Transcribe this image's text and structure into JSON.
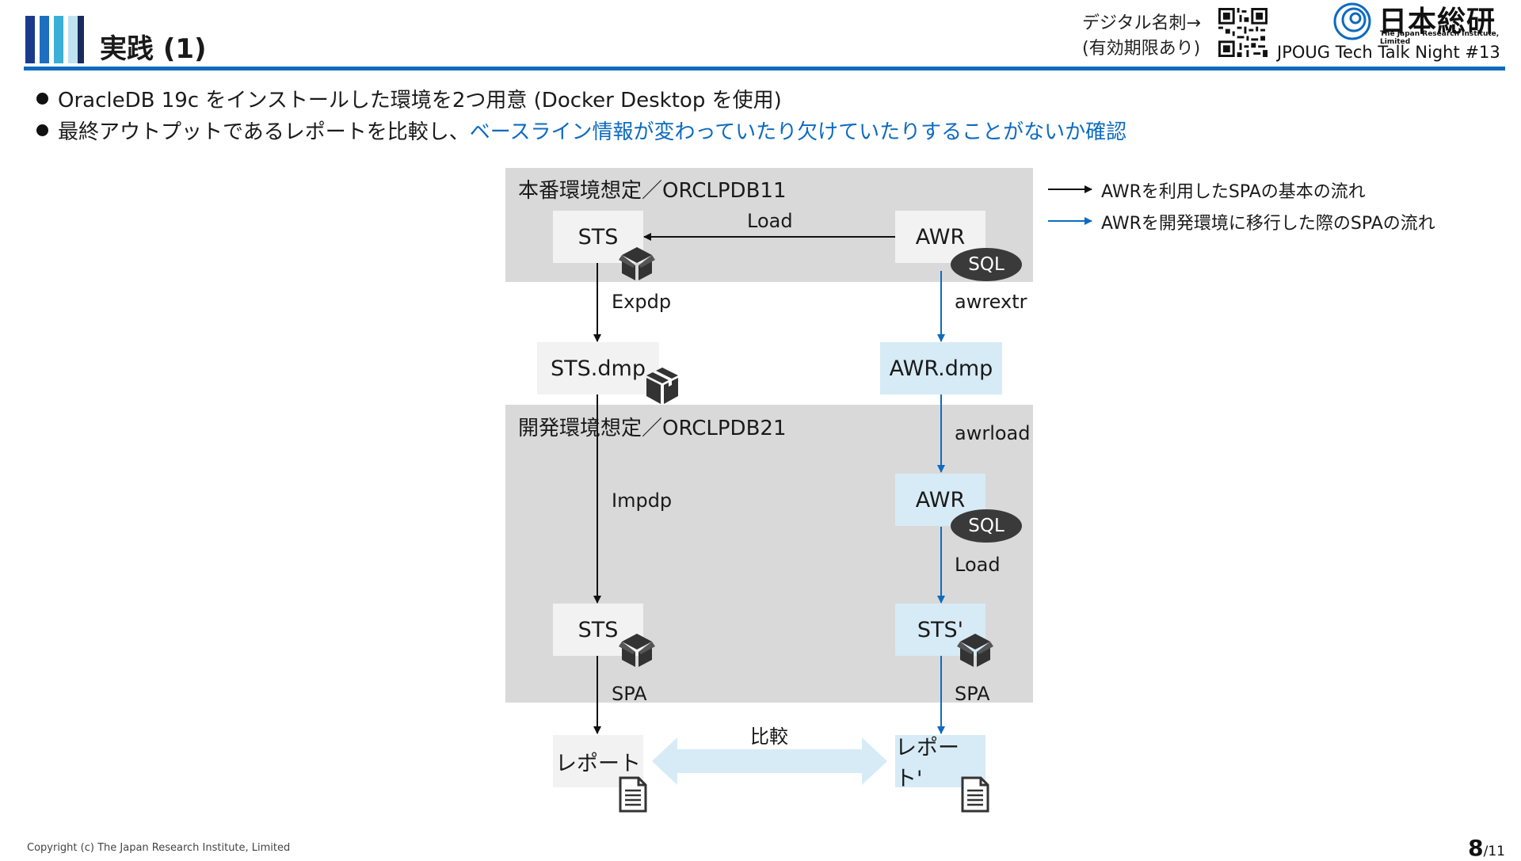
{
  "header": {
    "title": "実践 (1)",
    "card_label": "デジタル名刺→\n(有効期限あり)",
    "logo_name": "日本総研",
    "logo_sub": "The Japan Research Institute, Limited",
    "event": "JPOUG Tech Talk Night #13"
  },
  "bullets": {
    "b1": "OracleDB 19c をインストールした環境を2つ用意 (Docker Desktop を使用)",
    "b2_plain": "最終アウトプットであるレポートを比較し、",
    "b2_highlight": "ベースライン情報が変わっていたり欠けていたりすることがないか確認"
  },
  "diagram": {
    "prod_region": "本番環境想定／ORCLPDB11",
    "dev_region": "開発環境想定／ORCLPDB21",
    "sts_prod": "STS",
    "awr_prod": "AWR",
    "sql_prod": "SQL",
    "load_top": "Load",
    "expdp": "Expdp",
    "awrextr": "awrextr",
    "sts_dmp": "STS.dmp",
    "awr_dmp": "AWR.dmp",
    "awrload": "awrload",
    "impdp": "Impdp",
    "awr_dev": "AWR",
    "sql_dev": "SQL",
    "load_dev": "Load",
    "sts_dev": "STS",
    "sts_dev2": "STS'",
    "spa_left": "SPA",
    "spa_right": "SPA",
    "compare": "比較",
    "report_left": "レポート",
    "report_right": "レポート'"
  },
  "legend": {
    "black": "AWRを利用したSPAの基本の流れ",
    "blue": "AWRを開発環境に移行した際のSPAの流れ"
  },
  "colors": {
    "accent_blue": "#0e6bbf",
    "light_blue": "#d6ebf5",
    "region_gray": "#d9d9d9"
  },
  "footer": {
    "copyright": "Copyright (c) The Japan Research Institute, Limited",
    "page": "8",
    "total": "/11"
  }
}
